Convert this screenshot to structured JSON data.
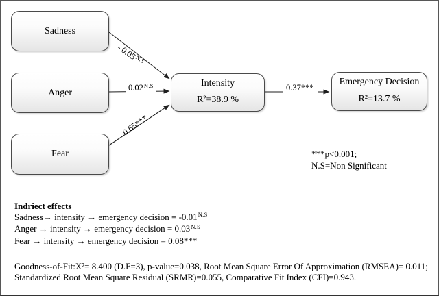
{
  "nodes": {
    "sadness": {
      "label": "Sadness"
    },
    "anger": {
      "label": "Anger"
    },
    "fear": {
      "label": "Fear"
    },
    "intensity": {
      "label": "Intensity",
      "r2": "R²=38.9 %"
    },
    "emergency_decision": {
      "label": "Emergency Decision",
      "r2": "R²=13.7 %"
    }
  },
  "path_coefficients": {
    "sadness_to_intensity": {
      "value": "- 0.05",
      "sig_sup": "N.S"
    },
    "anger_to_intensity": {
      "value": "0.02",
      "sig_sup": "N.S"
    },
    "fear_to_intensity": {
      "value": "0.65***",
      "sig_sup": ""
    },
    "intensity_to_emergency": {
      "value": "0.37***",
      "sig_sup": ""
    }
  },
  "significance_note": {
    "line1": "***p<0.001;",
    "line2": "N.S=Non Significant"
  },
  "indirect_effects": {
    "title": "Indriect effects",
    "lines": [
      {
        "text": "Sadness→ intensity → emergency decision =  -0.01",
        "sup": "N.S"
      },
      {
        "text": "Anger → intensity → emergency decision = 0.03",
        "sup": "N.S"
      },
      {
        "text": "Fear → intensity → emergency decision = 0.08***",
        "sup": ""
      }
    ]
  },
  "fit_statistics": {
    "line1": "Goodness-of-Fit:X²= 8.400 (D.F=3), p-value=0.038, Root Mean Square Error Of Approximation (RMSEA)= 0.011;",
    "line2": "Standardized Root Mean Square Residual (SRMR)=0.055, Comparative Fit Index (CFI)=0.943."
  },
  "colors": {
    "line": "#1f1f1f",
    "node_border": "#4a4a4a",
    "text": "#000000",
    "node_fill_bottom": "#e5e5e5"
  }
}
